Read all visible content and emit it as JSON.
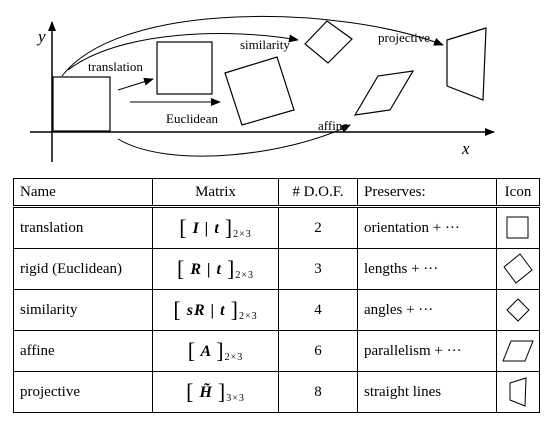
{
  "diagram": {
    "axis_x": "x",
    "axis_y": "y",
    "labels": {
      "translation": "translation",
      "euclidean": "Euclidean",
      "similarity": "similarity",
      "affine": "affine",
      "projective": "projective"
    }
  },
  "table": {
    "headers": {
      "name": "Name",
      "matrix": "Matrix",
      "dof": "# D.O.F.",
      "preserves": "Preserves:",
      "icon": "Icon"
    },
    "rows": [
      {
        "name": "translation",
        "matrix_main": "I | t",
        "matrix_sub": "2×3",
        "dof": "2",
        "preserves": "orientation + ···",
        "icon": "square-icon"
      },
      {
        "name": "rigid (Euclidean)",
        "matrix_main": "R | t",
        "matrix_sub": "2×3",
        "dof": "3",
        "preserves": "lengths + ···",
        "icon": "rotated-square-icon"
      },
      {
        "name": "similarity",
        "matrix_main": "sR | t",
        "matrix_sub": "2×3",
        "dof": "4",
        "preserves": "angles + ···",
        "icon": "small-rotated-square-icon"
      },
      {
        "name": "affine",
        "matrix_main": "A",
        "matrix_sub": "2×3",
        "dof": "6",
        "preserves": "parallelism + ···",
        "icon": "parallelogram-icon"
      },
      {
        "name": "projective",
        "matrix_main": "H̃",
        "matrix_sub": "3×3",
        "dof": "8",
        "preserves": "straight lines",
        "icon": "trapezoid-icon"
      }
    ]
  }
}
